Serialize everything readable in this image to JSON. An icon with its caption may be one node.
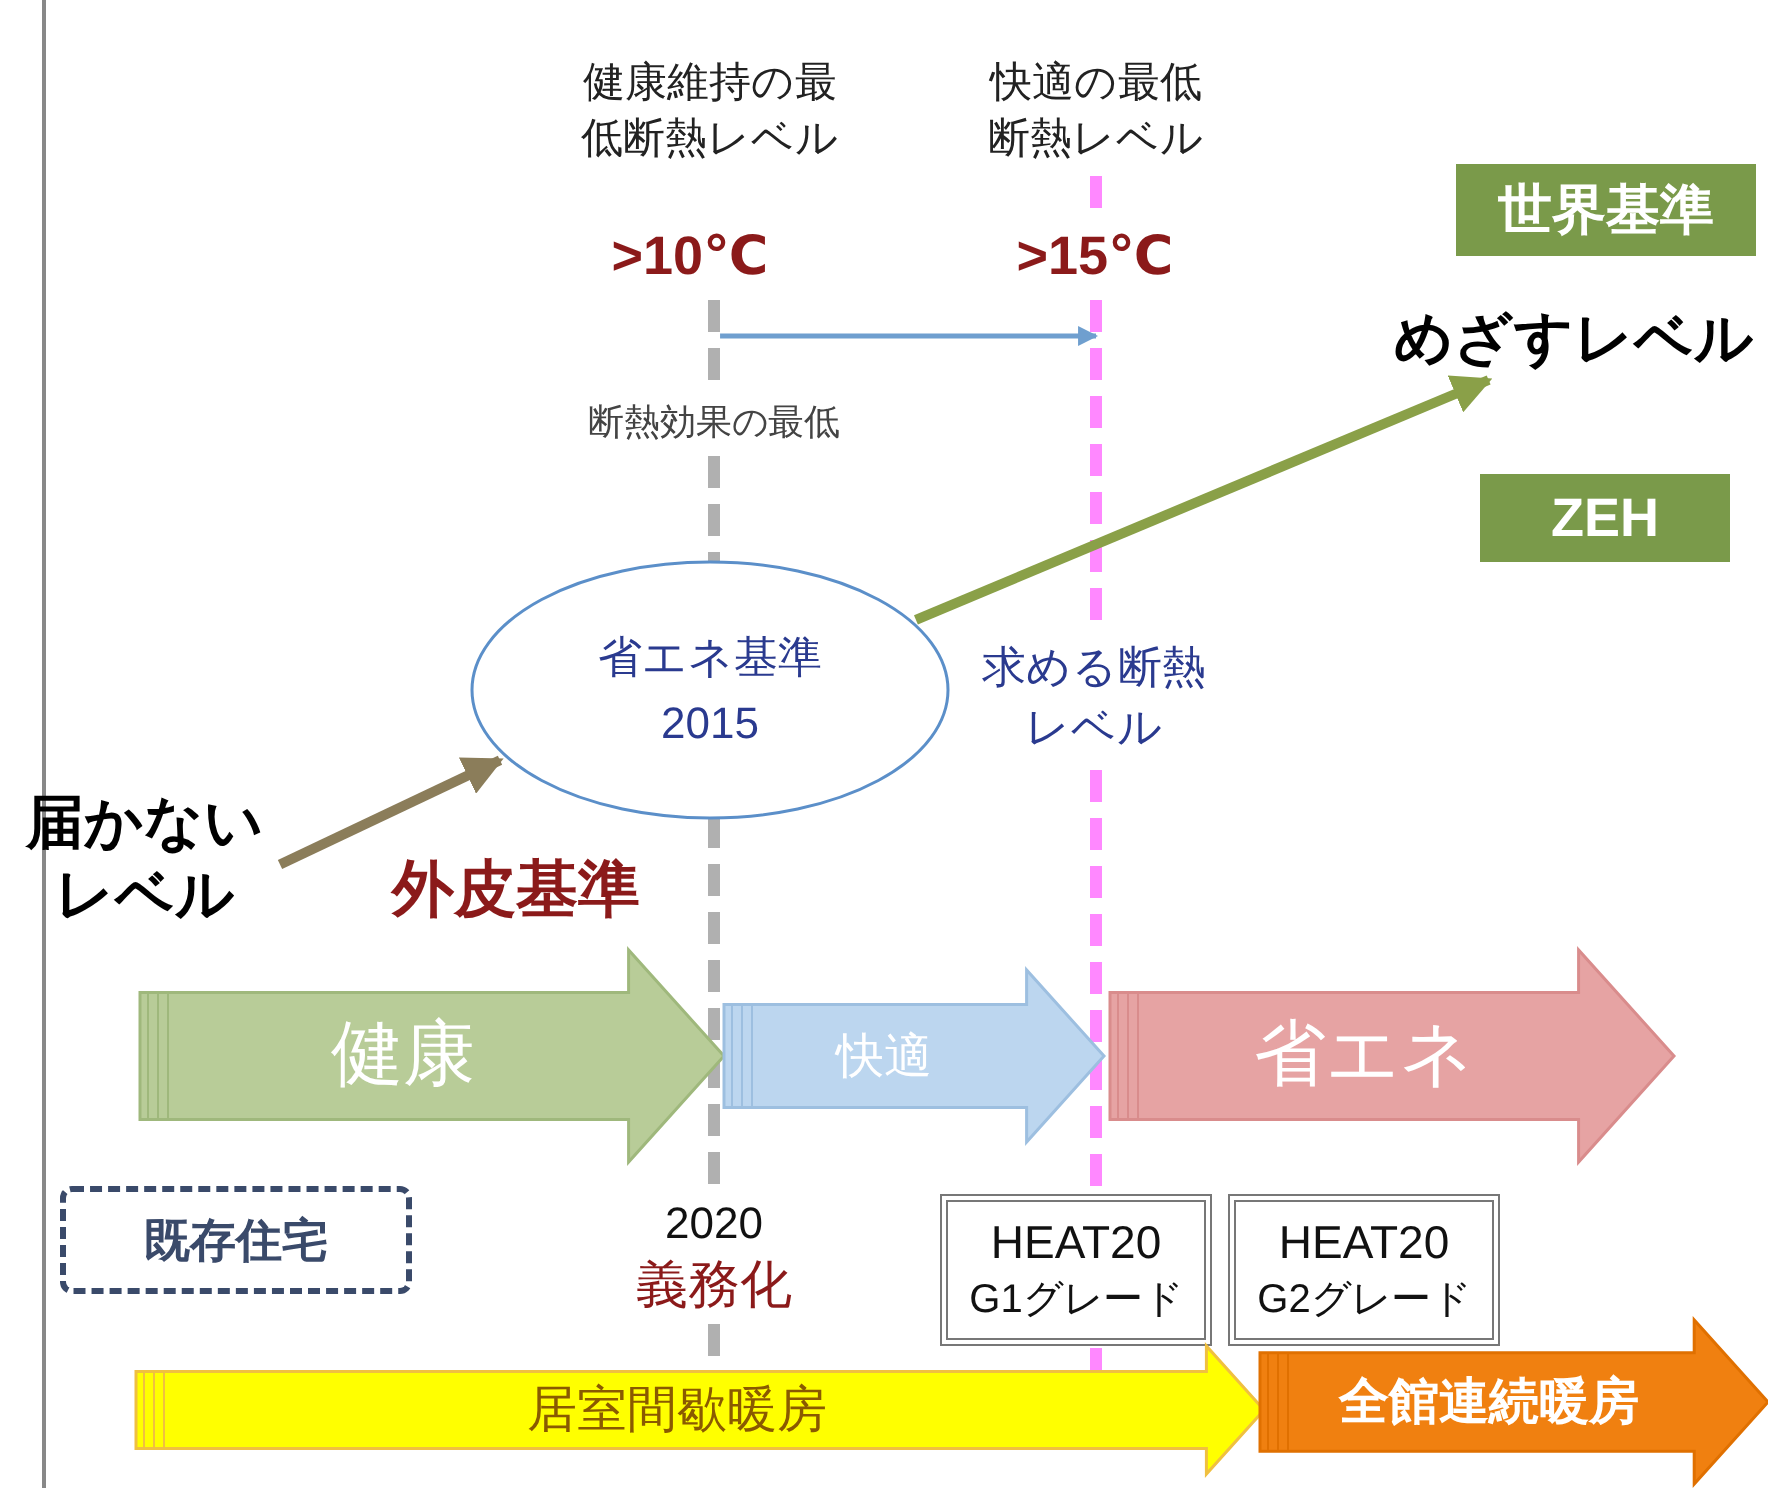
{
  "diagram": {
    "nodes": [
      {
        "text": [
          "世界基準"
        ]
      },
      {
        "text": [
          ">10℃"
        ]
      },
      {
        "text": [
          ">15℃"
        ]
      },
      {
        "text": [
          "めざすレベル"
        ]
      },
      {
        "text": [
          "ZEH"
        ]
      },
      {
        "text": [
          "省エネ基準",
          "2015"
        ]
      },
      {
        "text": [
          "届かないレベル"
        ]
      },
      {
        "text": [
          "健康"
        ]
      },
      {
        "text": [
          "快適"
        ]
      },
      {
        "text": [
          "省エネ"
        ]
      },
      {
        "text": [
          "既存住宅"
        ]
      },
      {
        "text": [
          "HEAT20",
          "G1グレード"
        ]
      },
      {
        "text": [
          "HEAT20",
          "G2グレード"
        ]
      },
      {
        "text": [
          "居室間歇暖房"
        ]
      },
      {
        "text": [
          "全館連続暖房"
        ]
      }
    ],
    "edges": [
      {
        "from": 6,
        "to": 5,
        "arrow": "to",
        "color": "#8b7d5a"
      },
      {
        "from": 5,
        "to": 3,
        "arrow": "to",
        "color": "#8aa048"
      },
      {
        "from": 1,
        "to": 2,
        "arrow": "to",
        "color": "#6f9fcf"
      }
    ],
    "labels": [
      "健康維持の最低断熱レベル",
      "快適の最低断熱レベル",
      "断熱効果の最低",
      "求める断熱レベル",
      "外皮基準",
      "2020",
      "義務化"
    ]
  }
}
